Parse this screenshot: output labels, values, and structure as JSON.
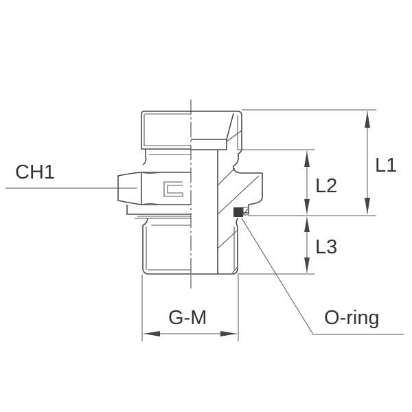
{
  "diagram": {
    "type": "technical-drawing",
    "subject": "hydraulic adapter fitting, half section view",
    "labels": {
      "ch1": "CH1",
      "l1": "L1",
      "l2": "L2",
      "l3": "L3",
      "gm": "G-M",
      "oring": "O-ring"
    },
    "colors": {
      "line": "#4a4a4a",
      "text": "#333333",
      "oring_fill": "#3c3c3c",
      "background": "#ffffff"
    }
  }
}
